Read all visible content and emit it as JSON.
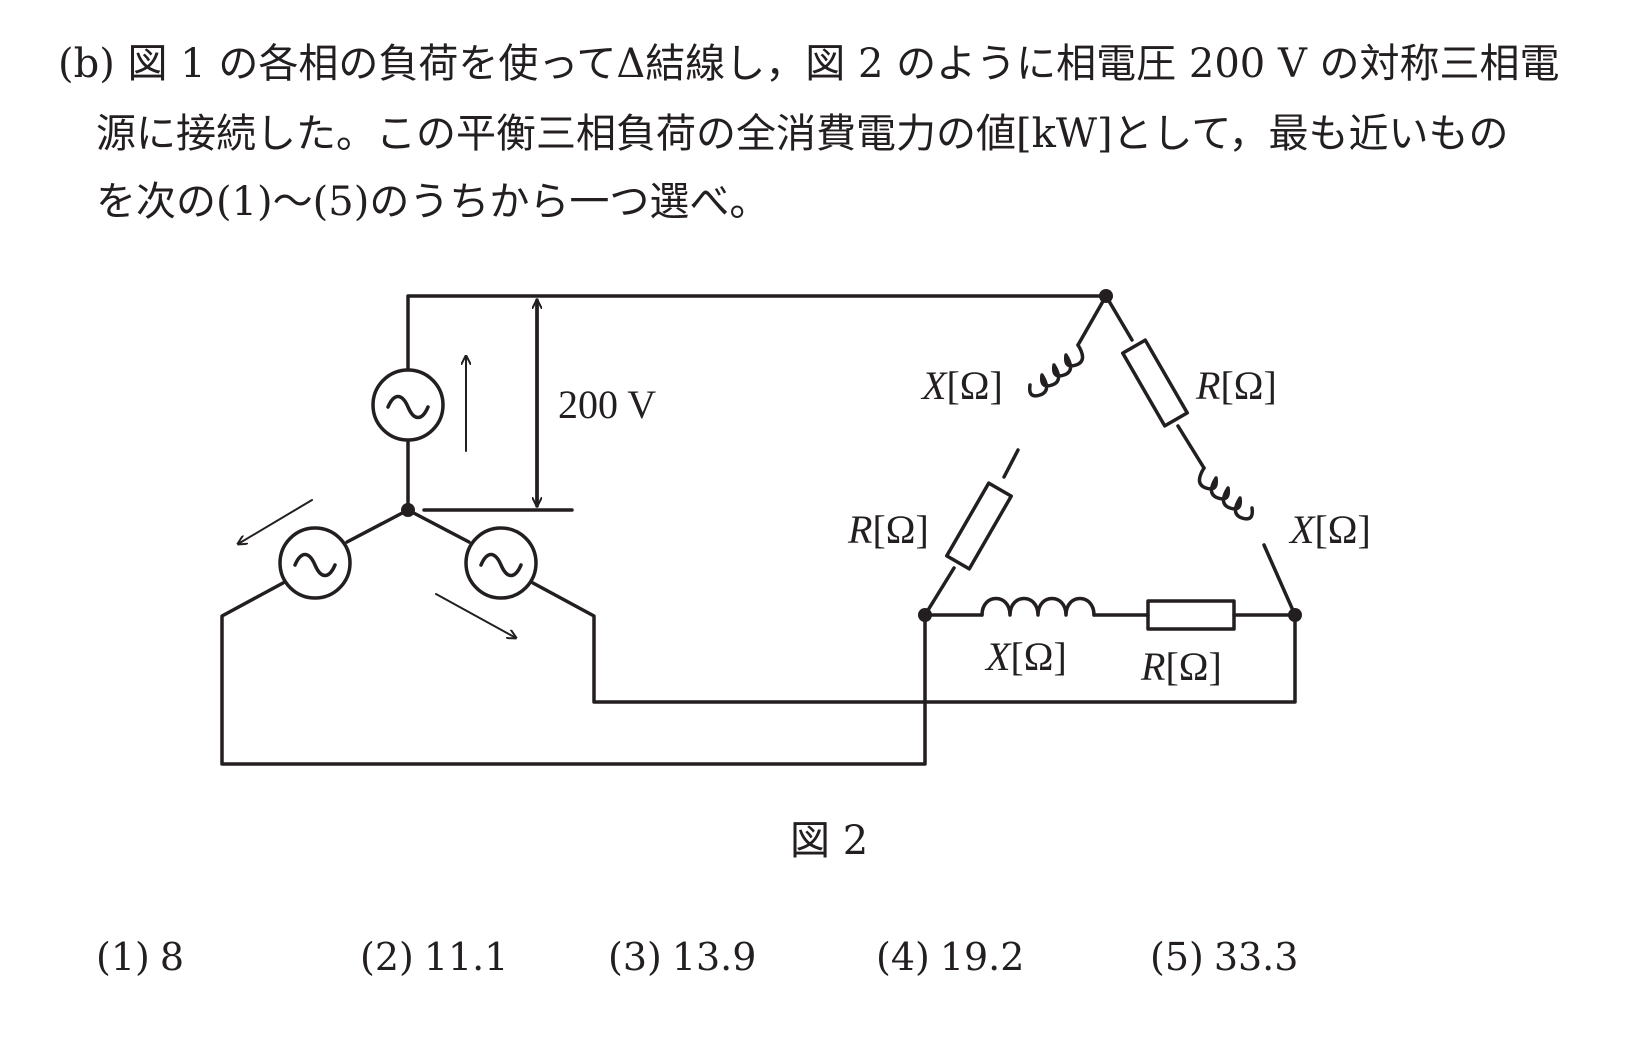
{
  "question": {
    "lines": [
      "(b) 図 1 の各相の負荷を使ってΔ結線し，図 2 のように相電圧 200 V の対称三相電",
      "源に接続した。この平衡三相負荷の全消費電力の値[kW]として，最も近いもの",
      "を次の(1)～(5)のうちから一つ選べ。"
    ]
  },
  "figure": {
    "voltage_label": "200 V",
    "resistor_label": "R",
    "reactance_label": "X",
    "unit_label": "[Ω]",
    "caption": "図 2"
  },
  "choices": [
    {
      "number": "(1)",
      "value": "8"
    },
    {
      "number": "(2)",
      "value": "11.1"
    },
    {
      "number": "(3)",
      "value": "13.9"
    },
    {
      "number": "(4)",
      "value": "19.2"
    },
    {
      "number": "(5)",
      "value": "33.3"
    }
  ]
}
